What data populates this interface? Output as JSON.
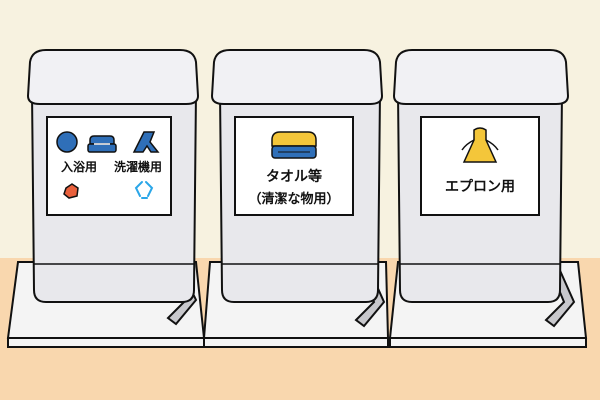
{
  "colors": {
    "wall": "#f7f2e0",
    "floor": "#f9d7ae",
    "outline": "#111111",
    "bin_body": "#e8e8ec",
    "bin_lid": "#f1f1f4",
    "tray": "#f4f4f4",
    "drain": "#c8c8cc",
    "blue": "#2f6fb8",
    "yellow": "#f4c63a",
    "red_orange": "#e9603c",
    "cyan": "#2aa6e8"
  },
  "bins": [
    {
      "icons": [
        "blue-circle-icon",
        "blue-towel-icon",
        "blue-garment-icon",
        "red-wash-icon",
        "blue-recycle-icon"
      ],
      "labels": [
        "入浴用",
        "洗濯機用"
      ]
    },
    {
      "icons": [
        "folded-towel-icon"
      ],
      "labels": [
        "タオル等",
        "（清潔な物用）"
      ]
    },
    {
      "icons": [
        "apron-icon"
      ],
      "labels": [
        "エプロン用"
      ]
    }
  ]
}
